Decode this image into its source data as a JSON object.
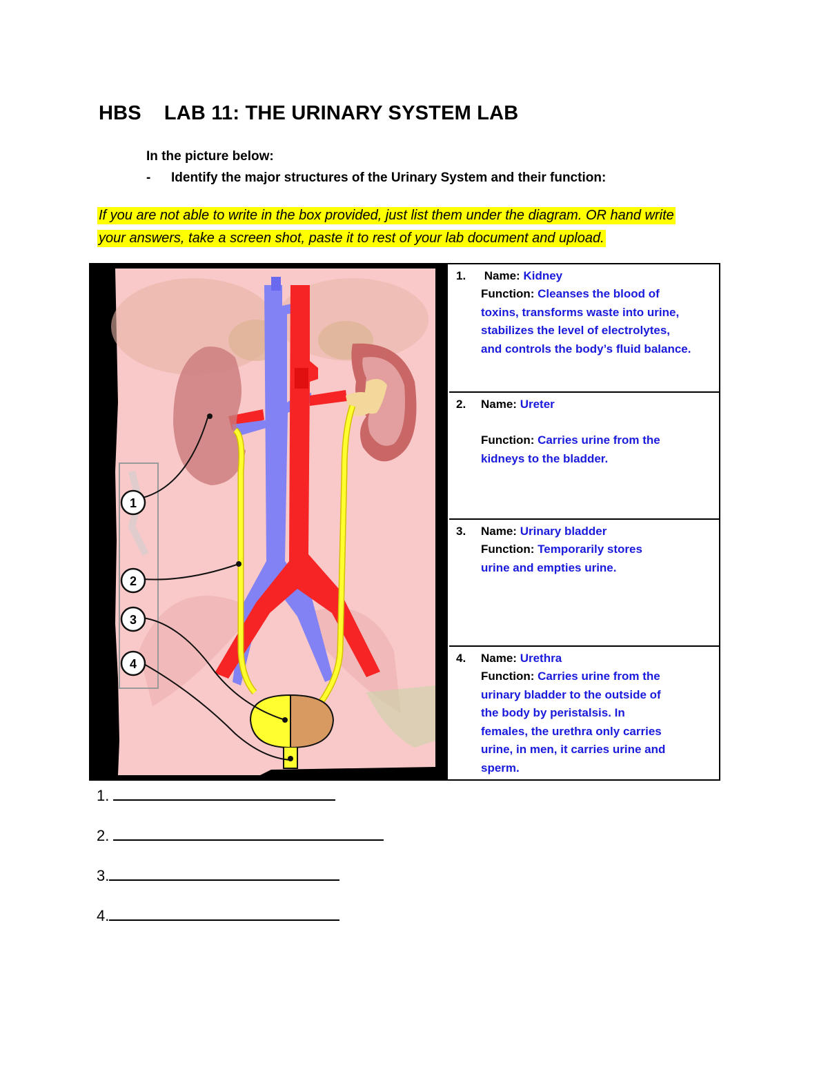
{
  "header": {
    "course": "HBS",
    "title": "LAB 11: THE URINARY SYSTEM LAB"
  },
  "instructions": {
    "intro": "In the picture below:",
    "bullet_dash": "-",
    "bullet": "Identify the major structures of the Urinary System and their function:",
    "highlight_line1": "If you are not able to write in the box provided, just list them under the diagram. OR hand write",
    "highlight_line2": "your answers, take a screen shot, paste it to rest of your lab document and upload."
  },
  "diagram": {
    "labels": [
      "1",
      "2",
      "3",
      "4"
    ]
  },
  "answers": [
    {
      "num": "1.",
      "name_label": "Name:",
      "name": "Kidney",
      "function_label": "Function:",
      "function_lines": [
        "Cleanses the blood of",
        "toxins, transforms waste into urine,",
        "stabilizes the level of electrolytes,",
        "and controls the body’s fluid balance."
      ]
    },
    {
      "num": "2.",
      "name_label": "Name:",
      "name": "Ureter",
      "function_label": "Function:",
      "function_lines": [
        "Carries urine from the",
        "kidneys to the bladder."
      ]
    },
    {
      "num": "3.",
      "name_label": "Name:",
      "name": "Urinary bladder",
      "function_label": "Function:",
      "function_lines": [
        "Temporarily stores",
        "urine and empties urine."
      ]
    },
    {
      "num": "4.",
      "name_label": "Name:",
      "name": "Urethra",
      "function_label": "Function:",
      "function_lines": [
        "Carries urine from the",
        "urinary bladder to the outside of",
        "the body by peristalsis. In",
        "females, the urethra only carries",
        "urine, in men, it carries urine and",
        "sperm."
      ]
    }
  ],
  "blanks": [
    "1.",
    "2.",
    "3.",
    "4."
  ],
  "colors": {
    "answer_text": "#1a1adc",
    "highlight": "#ffff00",
    "vein": "#8080ff",
    "artery": "#ff2020",
    "ureter": "#ffff20"
  }
}
